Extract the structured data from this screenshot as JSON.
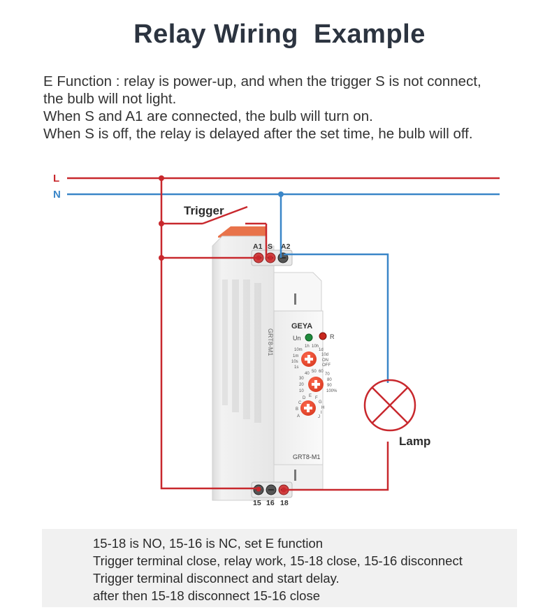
{
  "title": "Relay Wiring  Example",
  "intro_lines": [
    "E Function : relay is power-up, and when the trigger S is not connect,",
    "the bulb will not light.",
    "When S and A1 are connected, the bulb will turn on.",
    "When S is off, the relay is delayed after the set time, he bulb will off."
  ],
  "diagram": {
    "line_L": "L",
    "line_N": "N",
    "trigger_label": "Trigger",
    "lamp_label": "Lamp",
    "top_terminals": [
      "A1",
      "S",
      "A2"
    ],
    "bottom_terminals": [
      "15",
      "16",
      "18"
    ],
    "device": {
      "brand": "GEYA",
      "model": "GRT8-M1",
      "led_labels": [
        "Un",
        "R"
      ],
      "time_range_labels": [
        "10m",
        "1h",
        "10h",
        "1d",
        "10d",
        "ON",
        "OFF",
        "1m",
        "10s",
        "1s"
      ],
      "percent_labels": [
        "40",
        "50",
        "60",
        "70",
        "30",
        "80",
        "20",
        "90",
        "10",
        "100%"
      ],
      "function_labels": [
        "C",
        "D",
        "E",
        "F",
        "G",
        "H",
        "I",
        "J",
        "A",
        "B"
      ]
    },
    "colors": {
      "live": "#c8282d",
      "neutral": "#3a86c8",
      "knob": "#e2412b",
      "device_body": "#f3f3f3"
    }
  },
  "notes": [
    "15-18 is NO, 15-16 is NC, set E function",
    "Trigger terminal close, relay work, 15-18 close, 15-16 disconnect",
    "Trigger terminal disconnect and start delay.",
    "after then 15-18 disconnect 15-16 close"
  ]
}
